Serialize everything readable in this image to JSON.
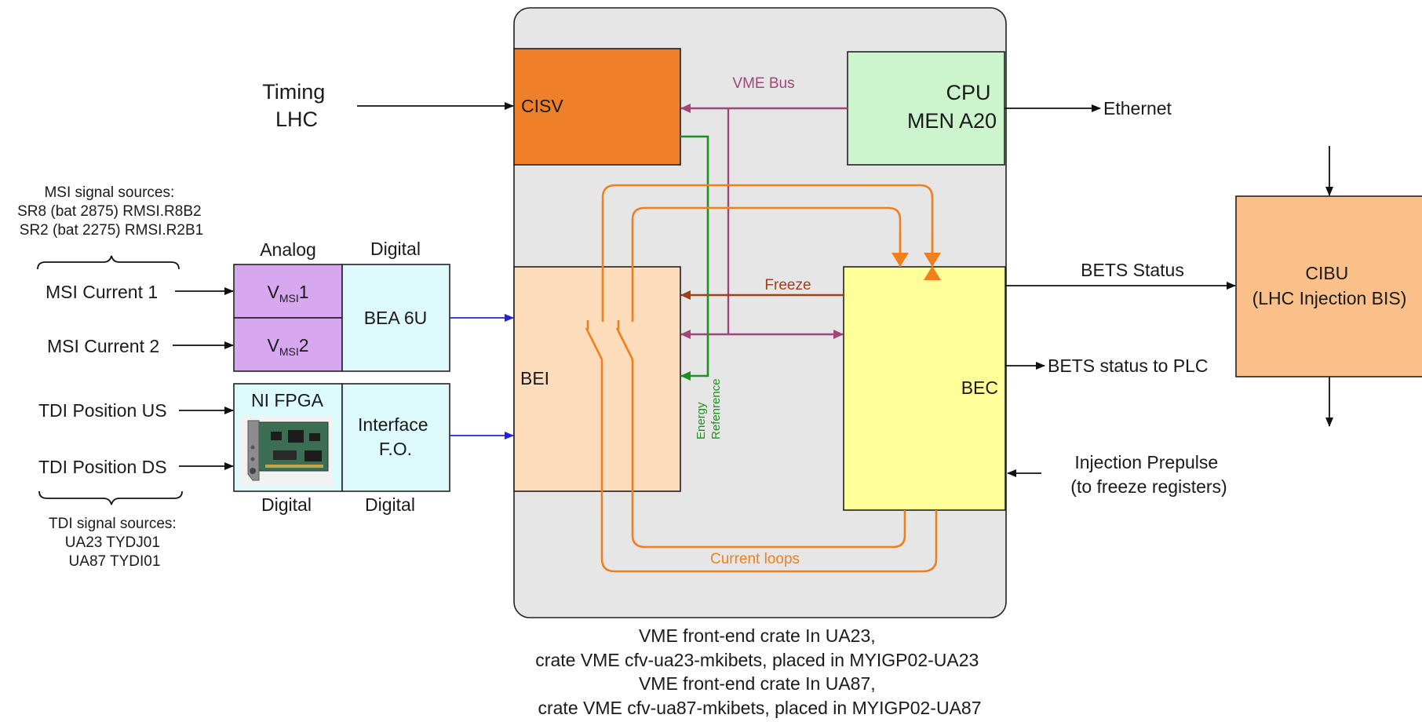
{
  "timing": [
    "Timing",
    "LHC"
  ],
  "crate_blocks": {
    "cisv": "CISV",
    "cpu_line1": "CPU",
    "cpu_line2": "MEN A20",
    "bei": "BEI",
    "bec": "BEC"
  },
  "bus_labels": {
    "vme_bus": "VME Bus",
    "freeze": "Freeze",
    "energy_ref_line1": "Energy",
    "energy_ref_line2": "Refenrence",
    "current_loops": "Current loops"
  },
  "ethernet": "Ethernet",
  "msi_sources": [
    "MSI signal sources:",
    "SR8 (bat 2875) RMSI.R8B2",
    "SR2 (bat 2275) RMSI.R2B1"
  ],
  "column_headers": {
    "analog": "Analog",
    "digital_top": "Digital",
    "digital_bottom_1": "Digital",
    "digital_bottom_2": "Digital"
  },
  "inputs": {
    "msi1": "MSI Current 1",
    "msi2": "MSI Current 2",
    "tdi_us": "TDI Position US",
    "tdi_ds": "TDI Position DS"
  },
  "vmsi": {
    "prefix": "V",
    "subscript": "MSI",
    "n1": "1",
    "n2": "2"
  },
  "bea": "BEA 6U",
  "ni_fpga": "NI FPGA",
  "interface": [
    "Interface",
    "F.O."
  ],
  "tdi_sources": [
    "TDI signal sources:",
    "UA23 TYDJ01",
    "UA87 TYDI01"
  ],
  "cibu": [
    "CIBU",
    "(LHC Injection BIS)"
  ],
  "bets_status": "BETS Status",
  "bets_plc": "BETS status to PLC",
  "injection": [
    "Injection Prepulse",
    "(to freeze registers)"
  ],
  "caption": [
    "VME front-end crate In UA23,",
    "crate VME cfv-ua23-mkibets, placed in MYIGP02-UA23",
    "VME front-end crate In UA87,",
    "crate VME cfv-ua87-mkibets, placed in MYIGP02-UA87"
  ],
  "colors": {
    "crate_bg": "#e6e6e6",
    "cisv": "#f07f2a",
    "cpu": "#ccf5cc",
    "bei": "#fddcbc",
    "bec": "#ffff99",
    "vmsi": "#d7a8f0",
    "bea": "#ddfafd",
    "cibu": "#fbc08a",
    "orange_line": "#f07f1e",
    "vme_bus": "#a0467a",
    "freeze": "#a0401a",
    "energy_ref": "#1f8f1f",
    "digital_link": "#2222dd"
  }
}
